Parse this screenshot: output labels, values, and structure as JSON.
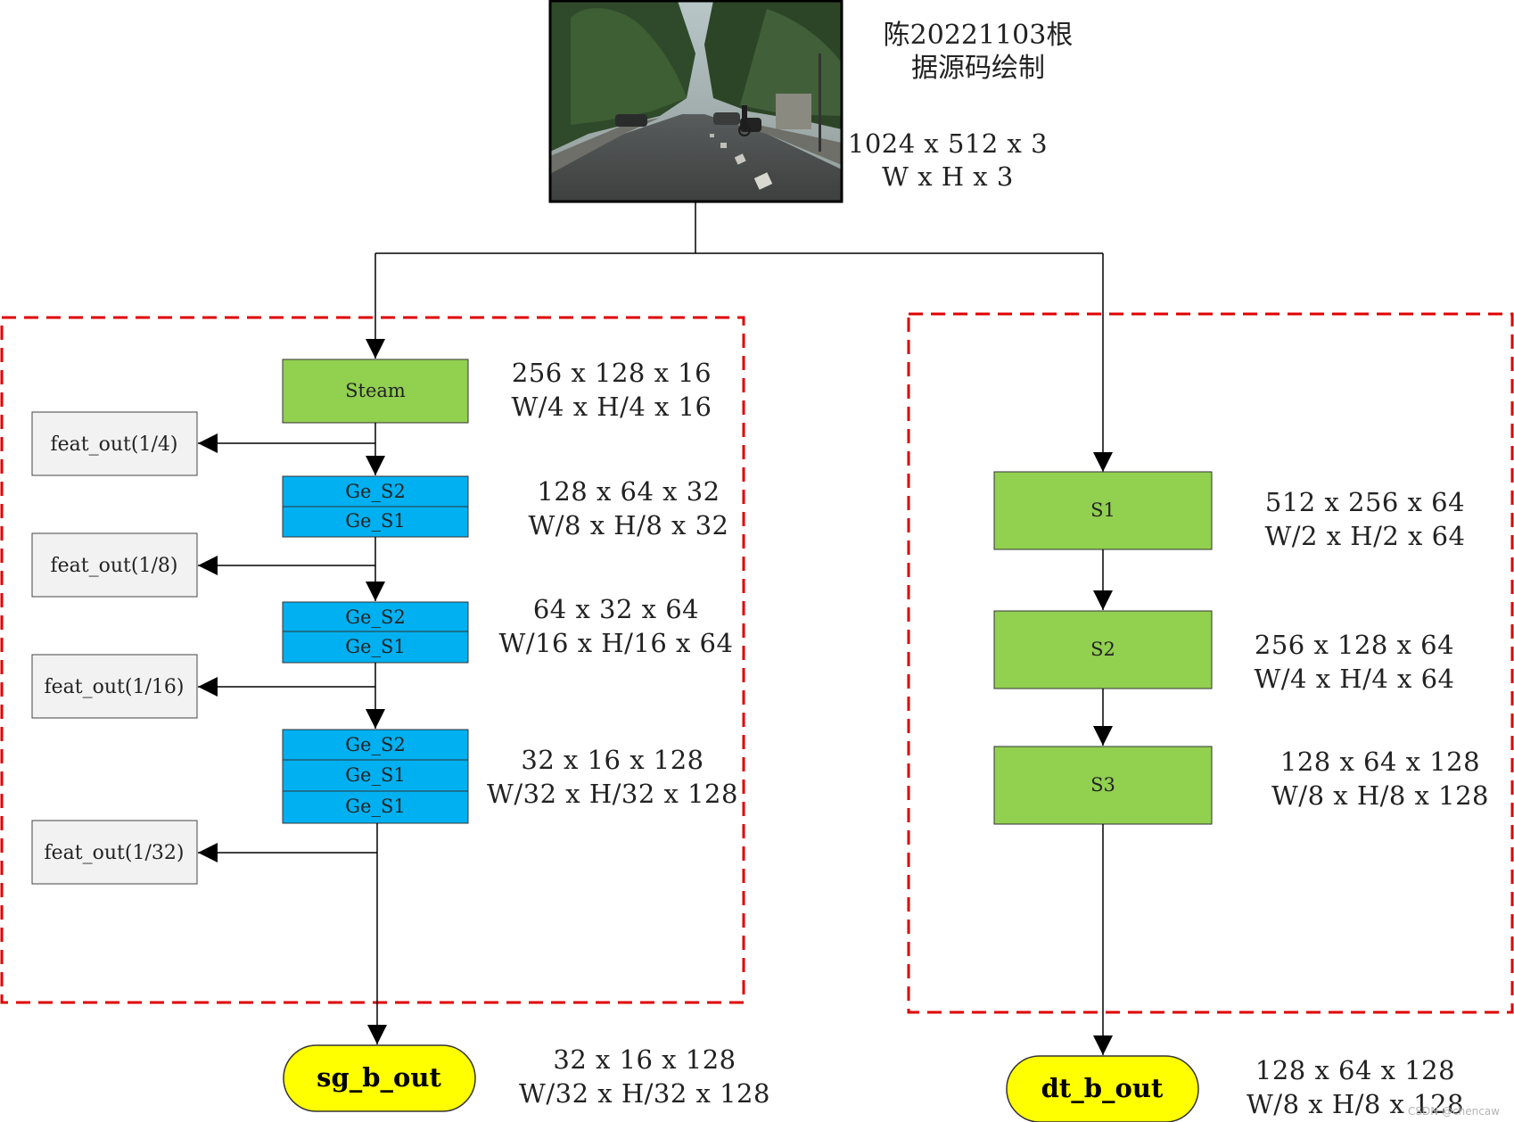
{
  "title_note": [
    "陈20221103根",
    "据源码绘制"
  ],
  "input": {
    "dims": "1024 x 512 x 3",
    "dims_symbolic": "W x H x 3"
  },
  "semantic_branch": {
    "blocks": [
      {
        "labels": [
          "Steam"
        ],
        "dims": "256 x 128 x 16",
        "dims_symbolic": "W/4 x H/4 x 16",
        "feat_out": "feat_out(1/4)"
      },
      {
        "labels": [
          "Ge_S2",
          "Ge_S1"
        ],
        "dims": "128 x 64 x 32",
        "dims_symbolic": "W/8 x H/8 x 32",
        "feat_out": "feat_out(1/8)"
      },
      {
        "labels": [
          "Ge_S2",
          "Ge_S1"
        ],
        "dims": "64 x 32 x 64",
        "dims_symbolic": "W/16 x H/16 x 64",
        "feat_out": "feat_out(1/16)"
      },
      {
        "labels": [
          "Ge_S2",
          "Ge_S1",
          "Ge_S1"
        ],
        "dims": "32 x 16 x 128",
        "dims_symbolic": "W/32 x H/32 x 128",
        "feat_out": "feat_out(1/32)"
      }
    ],
    "output": {
      "label": "sg_b_out",
      "dims": "32 x 16 x 128",
      "dims_symbolic": "W/32 x H/32 x 128"
    }
  },
  "detail_branch": {
    "blocks": [
      {
        "label": "S1",
        "dims": "512 x 256 x 64",
        "dims_symbolic": "W/2 x H/2 x 64"
      },
      {
        "label": "S2",
        "dims": "256 x 128 x 64",
        "dims_symbolic": "W/4 x H/4 x 64"
      },
      {
        "label": "S3",
        "dims": "128 x 64 x 128",
        "dims_symbolic": "W/8 x H/8 x 128"
      }
    ],
    "output": {
      "label": "dt_b_out",
      "dims": "128 x 64 x 128",
      "dims_symbolic": "W/8 x H/8 x 128"
    }
  },
  "watermark": "CSDN @chencaw",
  "colors": {
    "green_block": "#92d050",
    "blue_block": "#00b0f0",
    "feat_box": "#f2f2f2",
    "output_oval": "#ffff00",
    "dashed_border": "#e00000"
  }
}
